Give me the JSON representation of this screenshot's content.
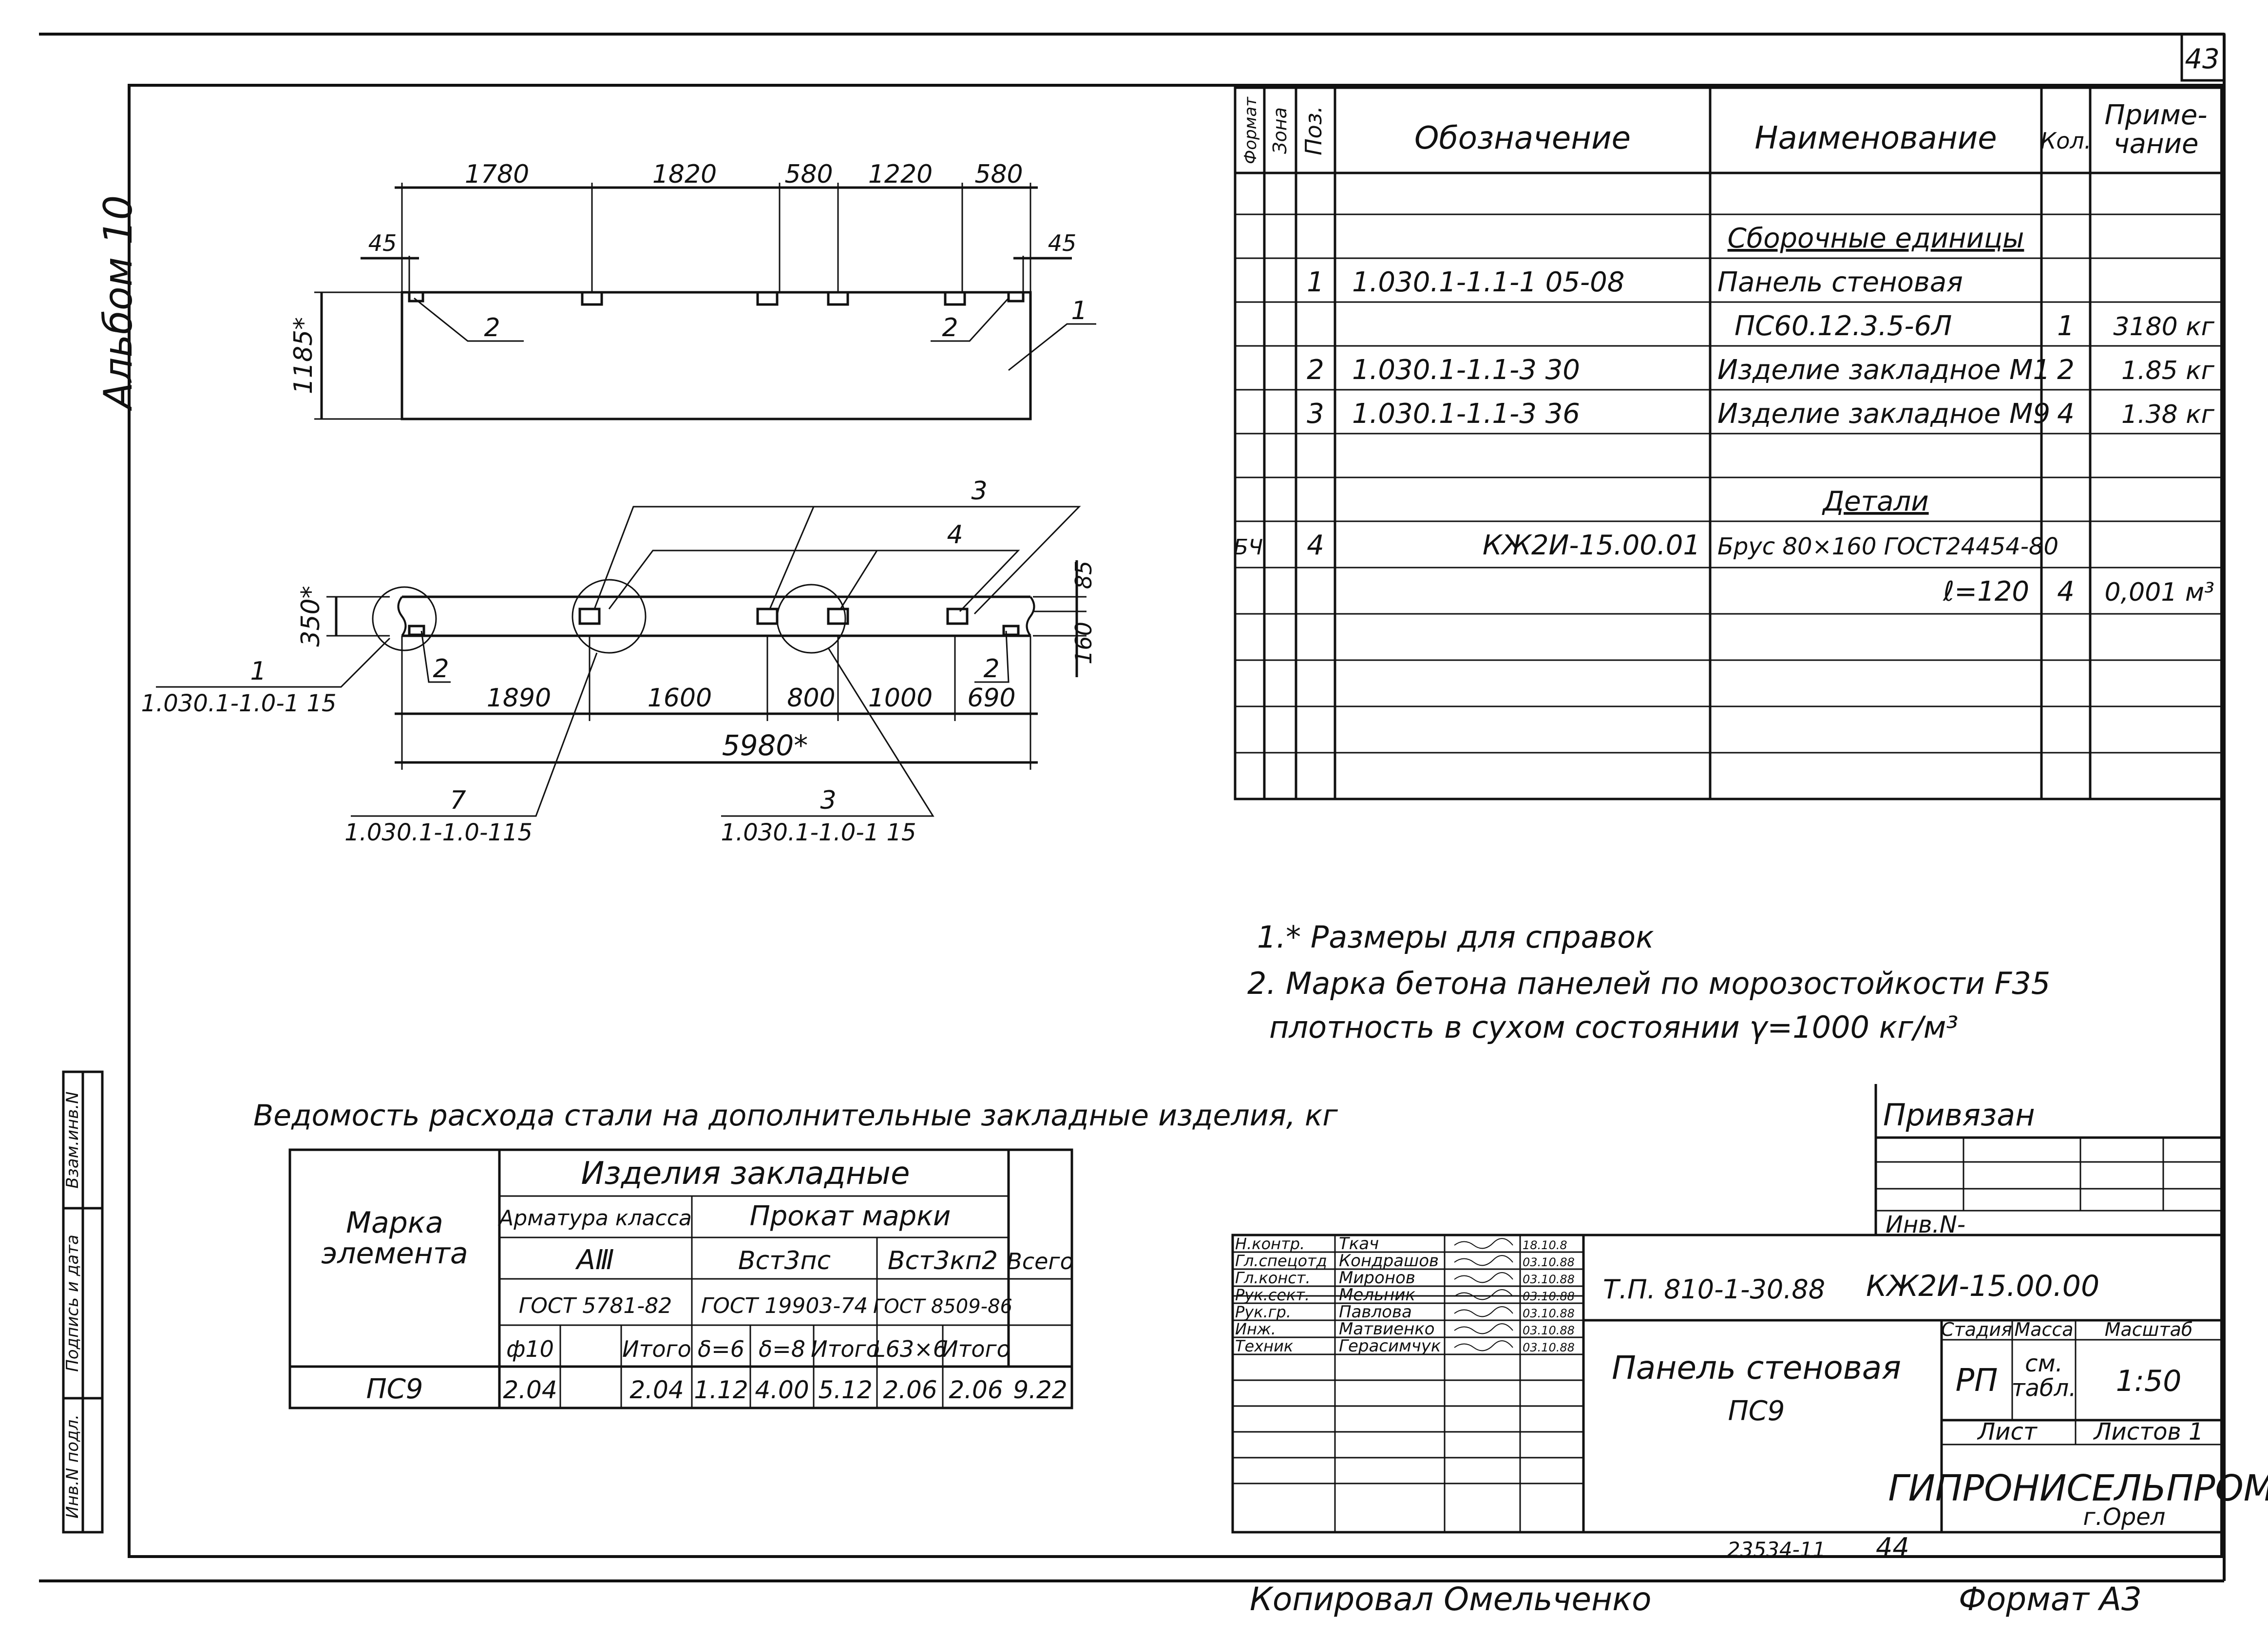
{
  "page_number": "43",
  "album": "Альбом 10",
  "side_stamp": [
    "Инв.N подл.",
    "Подпись и дата",
    "Взам.инв.N"
  ],
  "top_view": {
    "dimensions_top": [
      "1780",
      "1820",
      "580",
      "1220",
      "580"
    ],
    "edge_dims": [
      "45",
      "45"
    ],
    "height_dim": "1185*",
    "labels": [
      "2",
      "2",
      "1"
    ]
  },
  "section_view": {
    "callouts": [
      "3",
      "4"
    ],
    "left_dim": "350*",
    "right_dims": [
      "85",
      "160"
    ],
    "markers": [
      "2",
      "2"
    ],
    "bottom_dims": [
      "1890",
      "1600",
      "800",
      "1000",
      "690"
    ],
    "total_dim": "5980*",
    "refs": [
      {
        "num": "1",
        "code": "1.030.1-1.0-1 15"
      },
      {
        "num": "7",
        "code": "1.030.1-1.0-115"
      },
      {
        "num": "3",
        "code": "1.030.1-1.0-1 15"
      }
    ]
  },
  "spec": {
    "headers": [
      "Формат",
      "Зона",
      "Поз.",
      "Обозначение",
      "Наименование",
      "Кол.",
      "Приме-\nчание"
    ],
    "rows": [
      {
        "fmt": "",
        "zone": "",
        "pos": "",
        "des": "",
        "name": "",
        "qty": "",
        "note": ""
      },
      {
        "fmt": "",
        "zone": "",
        "pos": "",
        "des": "",
        "name": "Сборочные единицы",
        "qty": "",
        "note": ""
      },
      {
        "fmt": "",
        "zone": "",
        "pos": "1",
        "des": "1.030.1-1.1-1 05-08",
        "name": "Панель стеновая",
        "qty": "",
        "note": ""
      },
      {
        "fmt": "",
        "zone": "",
        "pos": "",
        "des": "",
        "name": "ПС60.12.3.5-6Л",
        "qty": "1",
        "note": "3180 кг"
      },
      {
        "fmt": "",
        "zone": "",
        "pos": "2",
        "des": "1.030.1-1.1-3 30",
        "name": "Изделие закладное М1",
        "qty": "2",
        "note": "1.85 кг"
      },
      {
        "fmt": "",
        "zone": "",
        "pos": "3",
        "des": "1.030.1-1.1-3 36",
        "name": "Изделие закладное М9",
        "qty": "4",
        "note": "1.38 кг"
      },
      {
        "fmt": "",
        "zone": "",
        "pos": "",
        "des": "",
        "name": "",
        "qty": "",
        "note": ""
      },
      {
        "fmt": "",
        "zone": "",
        "pos": "",
        "des": "",
        "name": "Детали",
        "qty": "",
        "note": ""
      },
      {
        "fmt": "БЧ",
        "zone": "",
        "pos": "4",
        "des": "КЖ2И-15.00.01",
        "name": "Брус 80×160 ГОСТ24454-80",
        "qty": "",
        "note": ""
      },
      {
        "fmt": "",
        "zone": "",
        "pos": "",
        "des": "",
        "name": "ℓ=120",
        "qty": "4",
        "note": "0,001 м³"
      },
      {
        "fmt": "",
        "zone": "",
        "pos": "",
        "des": "",
        "name": "",
        "qty": "",
        "note": ""
      },
      {
        "fmt": "",
        "zone": "",
        "pos": "",
        "des": "",
        "name": "",
        "qty": "",
        "note": ""
      },
      {
        "fmt": "",
        "zone": "",
        "pos": "",
        "des": "",
        "name": "",
        "qty": "",
        "note": ""
      },
      {
        "fmt": "",
        "zone": "",
        "pos": "",
        "des": "",
        "name": "",
        "qty": "",
        "note": ""
      }
    ]
  },
  "notes": [
    "1.* Размеры для справок",
    "2. Марка бетона панелей по морозостойкости F35",
    "плотность в сухом состоянии γ=1000 кг/м³"
  ],
  "steel_table": {
    "title": "Ведомость расхода стали на дополнительные закладные изделия, кг",
    "h_mark": "Марка\nэлемента",
    "h_group": "Изделия закладные",
    "h_arm": "Арматура класса",
    "h_prokat": "Прокат марки",
    "h_a3": "АⅢ",
    "h_vst3ps": "Вст3пс",
    "h_vst3kp2": "Вст3кп2",
    "h_total": "Всего",
    "h_gost1": "ГОСТ 5781-82",
    "h_gost2": "ГОСТ 19903-74",
    "h_gost3": "ГОСТ 8509-86",
    "h_cols": [
      "ф10",
      "",
      "Итого",
      "δ=6",
      "δ=8",
      "Итого",
      "L63×6",
      "Итого"
    ],
    "row": {
      "mark": "ПС9",
      "vals": [
        "2.04",
        "",
        "2.04",
        "1.12",
        "4.00",
        "5.12",
        "2.06",
        "2.06",
        "9.22"
      ]
    }
  },
  "privyazan": {
    "title": "Привязан",
    "inv": "Инв.N-"
  },
  "title_block": {
    "signers": [
      {
        "role": "Н.контр.",
        "name": "Ткач",
        "date": "18.10.8"
      },
      {
        "role": "Гл.спецотд",
        "name": "Кондрашов",
        "date": "03.10.88"
      },
      {
        "role": "Гл.конст.",
        "name": "Миронов",
        "date": "03.10.88"
      },
      {
        "role": "Рук.сект.",
        "name": "Мельник",
        "date": "03.10.88"
      },
      {
        "role": "Рук.гр.",
        "name": "Павлова",
        "date": "03.10.88"
      },
      {
        "role": "Инж.",
        "name": "Матвиенко",
        "date": "03.10.88"
      },
      {
        "role": "Техник",
        "name": "Герасимчук",
        "date": "03.10.88"
      }
    ],
    "project": "Т.П. 810-1-30.88",
    "designation": "КЖ2И-15.00.00",
    "title": "Панель стеновая",
    "subtitle": "ПС9",
    "h_stage": "Стадия",
    "h_mass": "Масса",
    "h_scale": "Масштаб",
    "stage": "РП",
    "mass": "см.\nтабл.",
    "scale": "1:50",
    "h_sheet": "Лист",
    "h_sheets": "Листов 1",
    "org": "ГИПРОНИСЕЛЬПРОМ",
    "city": "г.Орел"
  },
  "bottom": {
    "code": "23534-11",
    "num": "44",
    "copied": "Копировал Омельченко",
    "format": "Формат А3"
  }
}
